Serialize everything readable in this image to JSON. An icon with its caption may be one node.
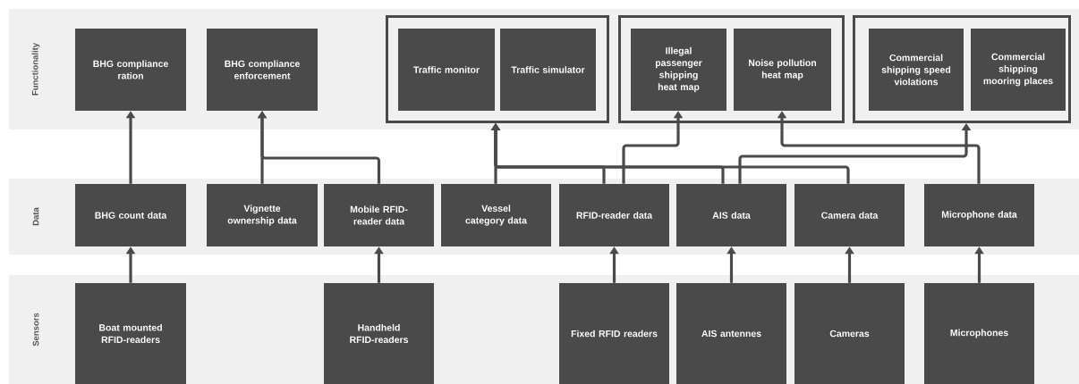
{
  "diagram": {
    "nodes": [
      {
        "text": [
          "Functionality"
        ]
      },
      {
        "text": [
          "BHG compliance ration"
        ],
        "in": 0
      },
      {
        "text": [
          "BHG compliance enforcement"
        ],
        "in": 0
      },
      {
        "text": [],
        "shape": "box",
        "in": 0
      },
      {
        "text": [
          "Traffic monitor"
        ],
        "in": 3
      },
      {
        "text": [
          "Traffic simulator"
        ],
        "in": 3
      },
      {
        "text": [],
        "shape": "box",
        "in": 0
      },
      {
        "text": [
          "Illegal passenger shipping heat map"
        ],
        "in": 6
      },
      {
        "text": [
          "Noise pollution heat map"
        ],
        "in": 6
      },
      {
        "text": [],
        "shape": "box",
        "in": 0
      },
      {
        "text": [
          "Commercial shipping speed violations"
        ],
        "in": 9
      },
      {
        "text": [
          "Commercial shipping mooring places"
        ],
        "in": 9
      },
      {
        "text": [
          "Data"
        ]
      },
      {
        "text": [
          "BHG count data"
        ],
        "in": 12
      },
      {
        "text": [
          "Vignette ownership data"
        ],
        "in": 12
      },
      {
        "text": [
          "Mobile RFID-reader data"
        ],
        "in": 12
      },
      {
        "text": [
          "Vessel category data"
        ],
        "in": 12
      },
      {
        "text": [
          "RFID-reader data"
        ],
        "in": 12
      },
      {
        "text": [
          "AIS data"
        ],
        "in": 12
      },
      {
        "text": [
          "Camera data"
        ],
        "in": 12
      },
      {
        "text": [
          "Microphone data"
        ],
        "in": 12
      },
      {
        "text": [
          "Sensors"
        ]
      },
      {
        "text": [
          "Boat mounted RFID-readers"
        ],
        "in": 21
      },
      {
        "text": [
          "Handheld RFID-readers"
        ],
        "in": 21
      },
      {
        "text": [
          "Fixed RFID readers"
        ],
        "in": 21
      },
      {
        "text": [
          "AIS antennes"
        ],
        "in": 21
      },
      {
        "text": [
          "Cameras"
        ],
        "in": 21
      },
      {
        "text": [
          "Microphones"
        ],
        "in": 21
      }
    ],
    "edges": [
      {
        "from": 22,
        "to": 13,
        "arrow": "to"
      },
      {
        "from": 23,
        "to": 15,
        "arrow": "to"
      },
      {
        "from": 24,
        "to": 17,
        "arrow": "to"
      },
      {
        "from": 25,
        "to": 18,
        "arrow": "to"
      },
      {
        "from": 26,
        "to": 19,
        "arrow": "to"
      },
      {
        "from": 27,
        "to": 20,
        "arrow": "to"
      },
      {
        "from": 13,
        "to": 1,
        "arrow": "to"
      },
      {
        "from": 14,
        "to": 2,
        "arrow": "to"
      },
      {
        "from": 15,
        "to": 2,
        "arrow": "to"
      },
      {
        "from": 16,
        "to": 3,
        "arrow": "to"
      },
      {
        "from": 17,
        "to": 3,
        "arrow": "to"
      },
      {
        "from": 18,
        "to": 3,
        "arrow": "to"
      },
      {
        "from": 19,
        "to": 3,
        "arrow": "to"
      },
      {
        "from": 17,
        "to": 7,
        "arrow": "to"
      },
      {
        "from": 18,
        "to": 9,
        "arrow": "to"
      },
      {
        "from": 20,
        "to": 8,
        "arrow": "to"
      }
    ]
  }
}
